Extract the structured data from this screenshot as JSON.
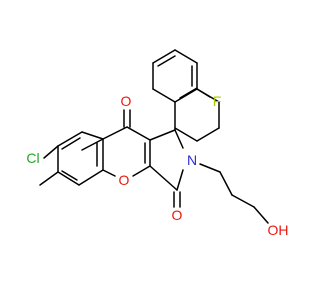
{
  "structure": {
    "atoms": {
      "cl": {
        "label": "Cl",
        "color": "#22a722"
      },
      "o_ketone": {
        "label": "O",
        "color": "#e8190f"
      },
      "o_ring": {
        "label": "O",
        "color": "#e8190f"
      },
      "o_lactam": {
        "label": "O",
        "color": "#e8190f"
      },
      "n": {
        "label": "N",
        "color": "#2b2bd9"
      },
      "f": {
        "label": "F",
        "color": "#a9c800"
      },
      "oh": {
        "label": "OH",
        "color": "#e8190f"
      }
    },
    "bond_color": "#000000"
  }
}
